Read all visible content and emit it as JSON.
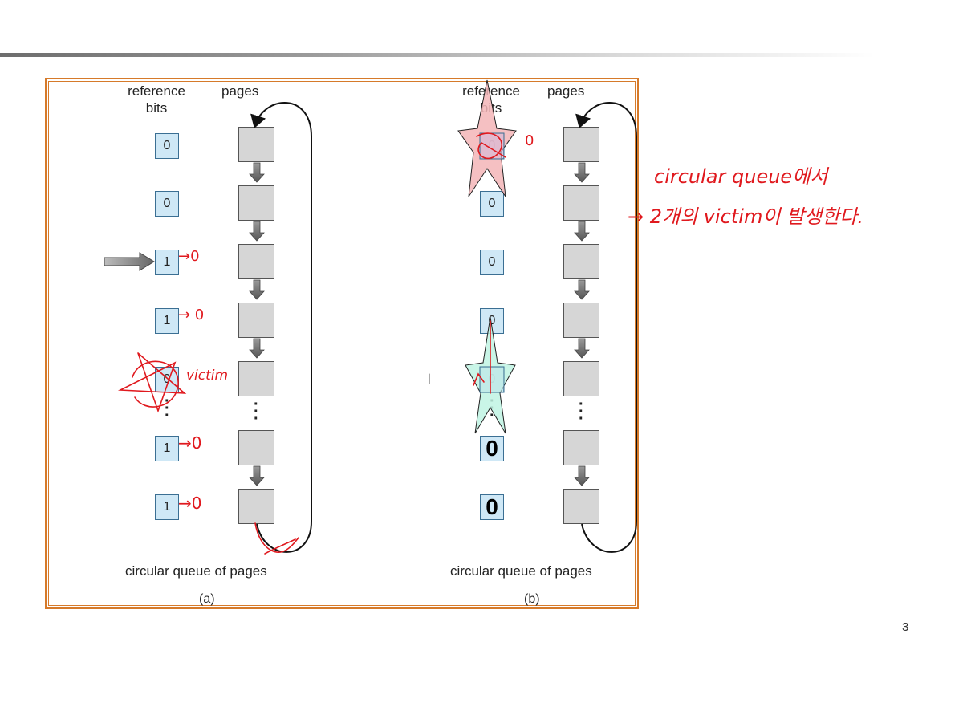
{
  "slide": {
    "page_number": "3"
  },
  "diagram_a": {
    "header_ref": "reference\nbits",
    "header_pages": "pages",
    "ref_bits": [
      "0",
      "0",
      "1",
      "1",
      "0",
      "1",
      "1"
    ],
    "caption": "circular queue of pages",
    "label": "(a)"
  },
  "diagram_b": {
    "header_ref": "reference\nbits",
    "header_pages": "pages",
    "ref_bits": [
      "0",
      "0",
      "0",
      "0",
      "0",
      "0",
      "0"
    ],
    "caption": "circular queue of pages",
    "label": "(b)"
  },
  "annotations": {
    "a_row3": "→0",
    "a_row4": "→ 0",
    "a_victim": "victim",
    "a_row6": "→0",
    "a_row7": "→0",
    "b_star_zero": "0",
    "note_line1": "circular queue에서",
    "note_line2": "→ 2개의 victim이 발생한다."
  },
  "colors": {
    "frame": "#d67a2a",
    "ref_box": "#cfe8f6",
    "page_box": "#d6d6d6",
    "handwriting": "#e0191e",
    "star_red": "#f3b5b7",
    "star_cyan": "#bff3e3"
  }
}
